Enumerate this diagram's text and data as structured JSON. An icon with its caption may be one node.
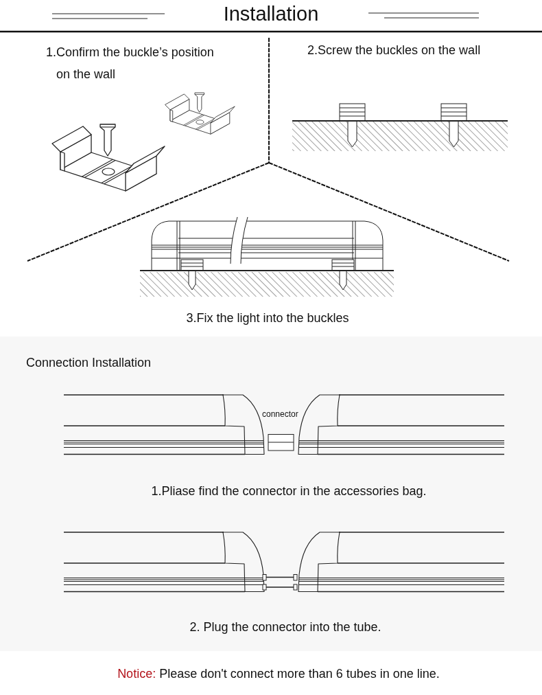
{
  "diagram": {
    "title": "Installation",
    "labels": [
      "1.Confirm the buckle’s position on the wall",
      "2.Screw the buckles on the wall",
      "3.Fix the light into the buckles",
      "Connection Installation",
      "connector",
      "1.Pliase find the connector in the accessories bag.",
      "2. Plug the connector into the tube.",
      "Notice:",
      "Please don't connect more than 6 tubes in one line."
    ]
  }
}
